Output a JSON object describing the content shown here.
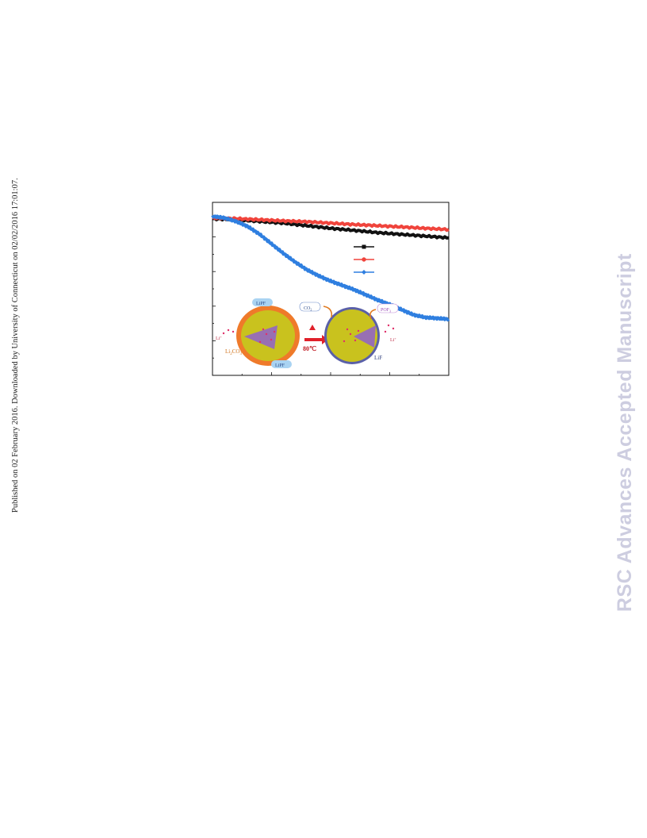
{
  "sidebar_note": "Published on 02 February 2016. Downloaded by University of Connecticut on 02/02/2016 17:01:07.",
  "watermark": "RSC Advances Accepted Manuscript",
  "inset": {
    "lpf_top": "LiPF",
    "lpf_bottom": "LiPF",
    "li2co3": "Li",
    "li2co3_sub": "2",
    "li2co3_tail": "CO",
    "li2co3_sub2": "3",
    "li_ion": "Li",
    "li_sup": "+",
    "arrow_temp": "80℃",
    "co2": "CO",
    "co2_sub": "2",
    "pof3": "POF",
    "pof3_sub": "3",
    "lif": "LiF"
  },
  "colors": {
    "black_series": "#111111",
    "red_series": "#f0443c",
    "blue_series": "#2f7fe0",
    "particle": "#c9c21e",
    "shell": "#ef7a2a"
  },
  "chart_data": {
    "type": "line",
    "title": "",
    "xlabel": "",
    "ylabel": "",
    "xlim": [
      0,
      100
    ],
    "ylim": [
      0,
      100
    ],
    "grid": false,
    "legend": "center-right",
    "series": [
      {
        "color": "#111111",
        "marker": "square",
        "x": [
          0,
          10,
          20,
          30,
          40,
          50,
          60,
          70,
          80,
          90,
          100
        ],
        "y": [
          90.5,
          90.0,
          89.0,
          88.0,
          86.5,
          85.0,
          83.8,
          82.5,
          81.5,
          80.5,
          79.5
        ]
      },
      {
        "color": "#f0443c",
        "marker": "circle",
        "x": [
          0,
          10,
          20,
          30,
          40,
          50,
          60,
          70,
          80,
          90,
          100
        ],
        "y": [
          91.0,
          90.6,
          90.0,
          89.3,
          88.8,
          88.0,
          87.2,
          86.5,
          85.8,
          85.0,
          84.3
        ]
      },
      {
        "color": "#2f7fe0",
        "marker": "diamond",
        "x": [
          0,
          5,
          10,
          15,
          20,
          25,
          30,
          35,
          40,
          45,
          50,
          55,
          60,
          65,
          70,
          75,
          80,
          85,
          90,
          95,
          100
        ],
        "y": [
          92.0,
          91.0,
          89.0,
          86.0,
          81.5,
          76.0,
          70.5,
          65.5,
          61.0,
          57.5,
          54.5,
          52.0,
          49.5,
          46.5,
          43.5,
          41.0,
          38.0,
          35.0,
          33.5,
          33.0,
          32.5
        ]
      }
    ]
  }
}
